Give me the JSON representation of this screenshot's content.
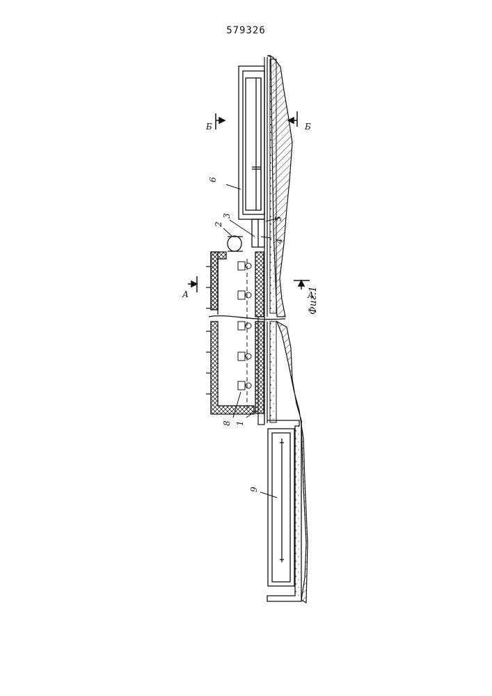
{
  "document": {
    "page_number": "579326",
    "figure_caption": "Фиг.1"
  },
  "section_marks": {
    "a": "А",
    "b": "Б"
  },
  "callouts": [
    "1",
    "2",
    "3",
    "4",
    "5",
    "6",
    "8",
    "9"
  ]
}
